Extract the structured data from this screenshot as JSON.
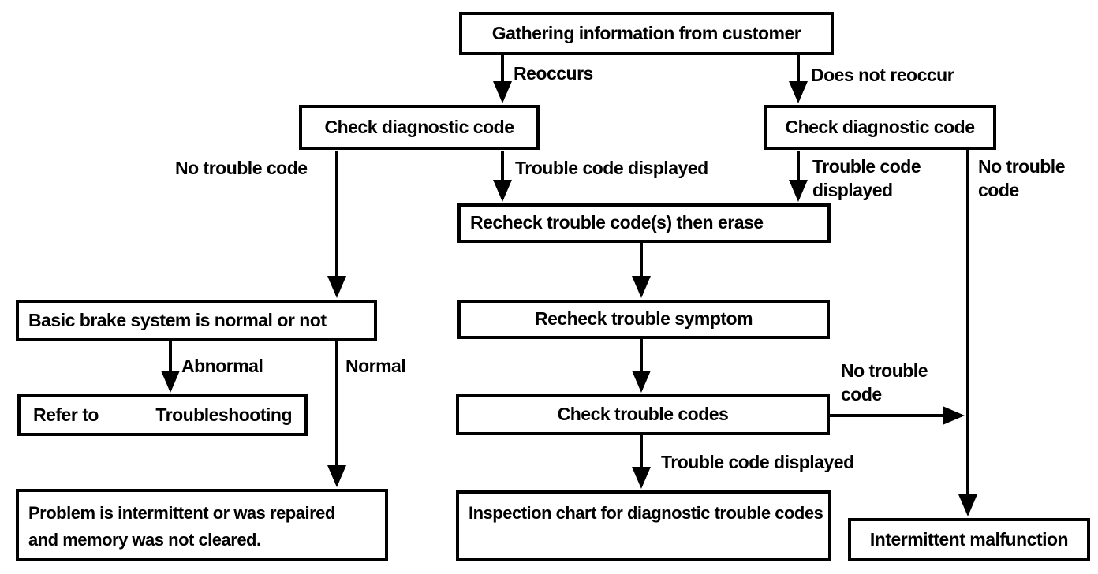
{
  "diagram": {
    "description": "Brake system diagnostic trouble code flowchart",
    "colors": {
      "line": "#000000",
      "box_border": "#000000",
      "box_fill": "#ffffff",
      "background": "#ffffff",
      "text": "#000000"
    },
    "nodes": {
      "gathering": {
        "label": "Gathering information from customer"
      },
      "check_left": {
        "label": "Check diagnostic code"
      },
      "check_right": {
        "label": "Check diagnostic code"
      },
      "recheck_erase": {
        "label": "Recheck trouble code(s) then erase"
      },
      "recheck_symptom": {
        "label": "Recheck trouble symptom"
      },
      "check_codes": {
        "label": "Check trouble codes"
      },
      "inspection_chart": {
        "label": "Inspection chart for diagnostic trouble codes"
      },
      "basic_brake": {
        "label": "Basic brake system is normal or not"
      },
      "refer_to": {
        "label_left": "Refer to",
        "label_right": "Troubleshooting"
      },
      "problem_intermittent": {
        "label": "Problem is intermittent or was repaired and memory was not cleared."
      },
      "intermittent_malfunction": {
        "label": "Intermittent malfunction"
      }
    },
    "edge_labels": {
      "reoccurs": "Reoccurs",
      "does_not_reoccur": "Does not reoccur",
      "no_trouble_code_left": "No trouble code",
      "trouble_code_displayed_left": "Trouble code displayed",
      "trouble_code_displayed_right": "Trouble code displayed",
      "no_trouble_code_right": "No trouble code",
      "no_trouble_code_mid": "No trouble code",
      "trouble_code_displayed_bottom": "Trouble code displayed",
      "abnormal": "Abnormal",
      "normal": "Normal"
    }
  }
}
